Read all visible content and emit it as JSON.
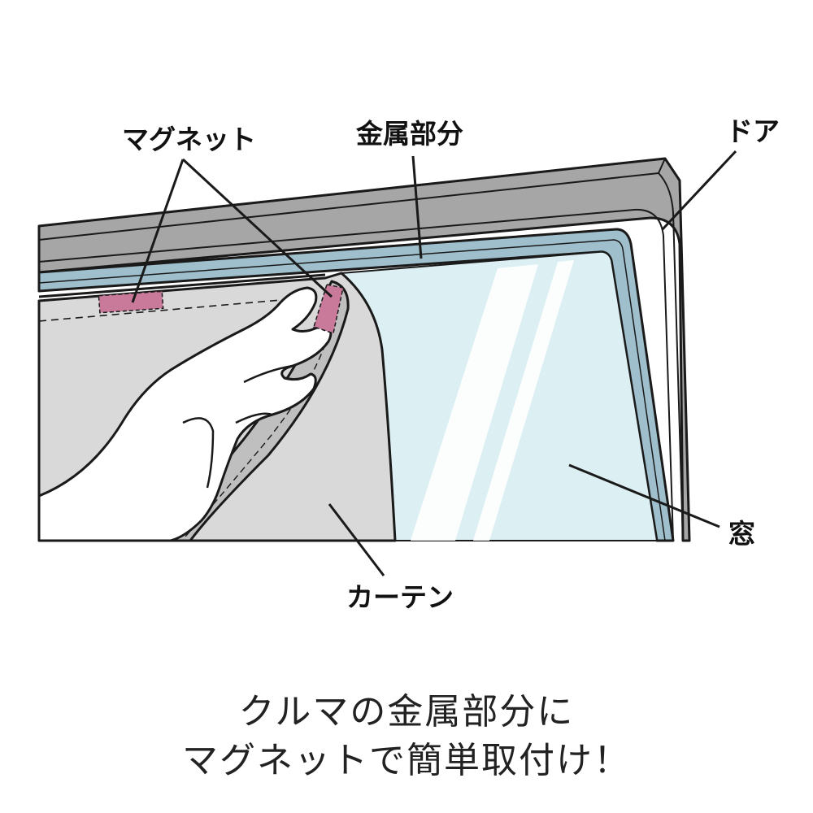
{
  "labels": {
    "magnet": "マグネット",
    "metal_part": "金属部分",
    "door": "ドア",
    "window": "窓",
    "curtain": "カーテン"
  },
  "caption": {
    "line1": "クルマの金属部分に",
    "line2": "マグネットで簡単取付け！"
  },
  "colors": {
    "door_gray": "#a6a6a6",
    "metal_blue": "#9fbfcc",
    "glass": "#dcf0f3",
    "curtain_gray": "#d9d9d9",
    "magnet_pink": "#c9799a",
    "outline": "#1a1a1a"
  }
}
